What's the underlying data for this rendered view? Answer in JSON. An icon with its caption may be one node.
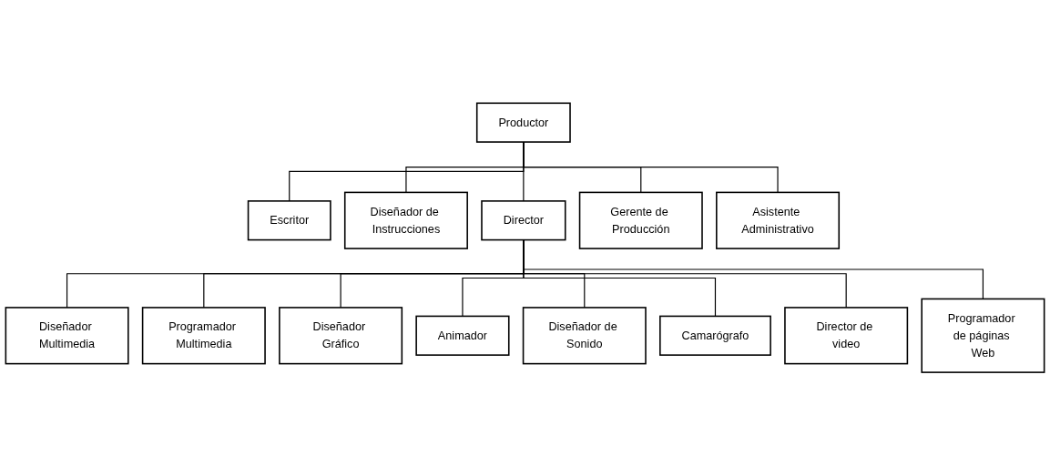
{
  "diagram": {
    "nodes": [
      {
        "text": [
          "Productor"
        ]
      },
      {
        "text": [
          "Escritor"
        ]
      },
      {
        "text": [
          "Diseñador de Instrucciones"
        ]
      },
      {
        "text": [
          "Director"
        ]
      },
      {
        "text": [
          "Gerente de Producción"
        ]
      },
      {
        "text": [
          "Asistente Administrativo"
        ]
      },
      {
        "text": [
          "Diseñador Multimedia"
        ]
      },
      {
        "text": [
          "Programador Multimedia"
        ]
      },
      {
        "text": [
          "Diseñador Gráfico"
        ]
      },
      {
        "text": [
          "Animador"
        ]
      },
      {
        "text": [
          "Diseñador de Sonido"
        ]
      },
      {
        "text": [
          "Camarógrafo"
        ]
      },
      {
        "text": [
          "Director de video"
        ]
      },
      {
        "text": [
          "Programador de páginas Web"
        ]
      }
    ],
    "edges": [
      {
        "from": 0,
        "to": 1,
        "arrow": "none"
      },
      {
        "from": 0,
        "to": 2,
        "arrow": "none"
      },
      {
        "from": 0,
        "to": 3,
        "arrow": "none"
      },
      {
        "from": 0,
        "to": 4,
        "arrow": "none"
      },
      {
        "from": 0,
        "to": 5,
        "arrow": "none"
      },
      {
        "from": 3,
        "to": 6,
        "arrow": "none"
      },
      {
        "from": 3,
        "to": 7,
        "arrow": "none"
      },
      {
        "from": 3,
        "to": 8,
        "arrow": "none"
      },
      {
        "from": 3,
        "to": 9,
        "arrow": "none"
      },
      {
        "from": 3,
        "to": 10,
        "arrow": "none"
      },
      {
        "from": 3,
        "to": 11,
        "arrow": "none"
      },
      {
        "from": 3,
        "to": 12,
        "arrow": "none"
      },
      {
        "from": 3,
        "to": 13,
        "arrow": "none"
      }
    ]
  }
}
